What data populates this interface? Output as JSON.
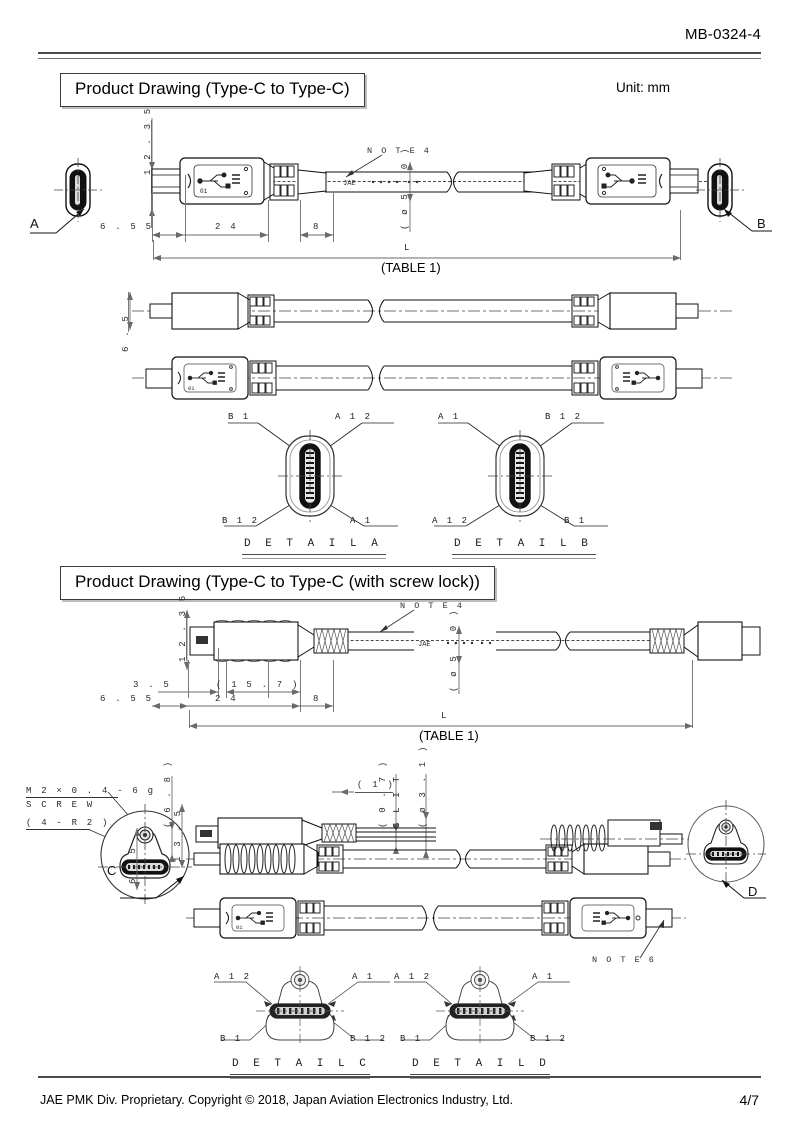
{
  "header": {
    "doc_code": "MB-0324-4",
    "unit_label": "Unit: mm"
  },
  "sections": [
    {
      "id": "sec1",
      "title": "Product Drawing (Type-C to Type-C)"
    },
    {
      "id": "sec2",
      "title": "Product Drawing (Type-C to Type-C (with screw lock))"
    }
  ],
  "drawing1": {
    "dims": {
      "height_12_35": "1 2 . 3 5",
      "offset_6_55": "6 . 5 5",
      "body_24": "2 4",
      "boot_8": "8",
      "cable_dia": "( ø 5 . 0 )",
      "length_L": "L",
      "table_ref": "(TABLE 1)",
      "height_6_5": "6 . 5"
    },
    "notes": {
      "note4": "N O T E   4"
    },
    "cable_marking": "JAE",
    "balloons": {
      "a": "A",
      "b": "B"
    },
    "details": [
      {
        "caption": "D E T A I L   A",
        "pins": {
          "top_left": "B 1",
          "top_right": "A 1 2",
          "bottom_left": "B 1 2",
          "bottom_right": "A 1"
        }
      },
      {
        "caption": "D E T A I L   B",
        "pins": {
          "top_left": "A 1",
          "top_right": "B 1 2",
          "bottom_left": "A 1 2",
          "bottom_right": "B 1"
        }
      }
    ]
  },
  "drawing2": {
    "dims": {
      "height_12_35": "1 2 . 3 5",
      "screw_3_5": "3 . 5",
      "ref_15_7": "( 1 5 . 7 )",
      "offset_6_55": "6 . 5 5",
      "body_24": "2 4",
      "boot_8": "8",
      "cable_dia": "( ø 5 . 0 )",
      "length_L": "L",
      "table_ref": "(TABLE 1)",
      "height_13_5": "1 3 . 5",
      "height_6_5": "6 . 5",
      "ref_6_8": "( 6 . 8 )",
      "ref_1": "( 1 )",
      "ref_0_7": "( 0 . 7 )",
      "slit": "S L I T",
      "ref_dia_3_1": "( ø 3 . 1 )"
    },
    "notes": {
      "note4": "N O T E   4",
      "note6": "N O T E   6"
    },
    "screw_spec": {
      "line1": "M 2 × 0 . 4 - 6 g",
      "line2": "S C R E W",
      "line3": "( 4 - R 2 )"
    },
    "cable_marking": "JAE",
    "balloons": {
      "c": "C",
      "d": "D"
    },
    "details": [
      {
        "caption": "D E T A I L   C",
        "pins": {
          "top_left": "A 1 2",
          "top_right": "A 1",
          "bottom_left": "B 1",
          "bottom_right": "B 1 2"
        }
      },
      {
        "caption": "D E T A I L   D",
        "pins": {
          "top_left": "A 1 2",
          "top_right": "A 1",
          "bottom_left": "B 1",
          "bottom_right": "B 1 2"
        }
      }
    ]
  },
  "footer": {
    "copyright": "JAE PMK Div. Proprietary. Copyright ©  2018, Japan Aviation Electronics Industry, Ltd.",
    "page": "4/7"
  }
}
